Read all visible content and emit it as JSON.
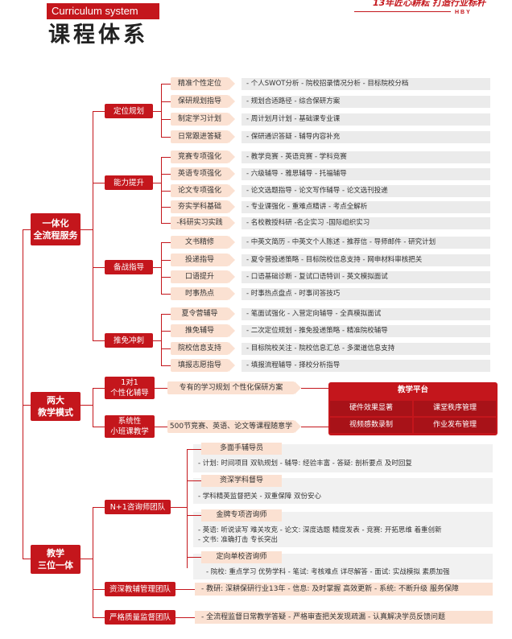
{
  "header": {
    "en_title": "Curriculum system",
    "cn_title": "课程体系",
    "slogan": "13年匠心耕耘  打造行业标杆",
    "brand": "HBY"
  },
  "root": [
    {
      "label": "一体化\n全流程服务"
    },
    {
      "label": "两大\n教学模式"
    },
    {
      "label": "教学\n三位一体"
    }
  ],
  "level1": {
    "dingwei": "定位规划",
    "nengli": "能力提升",
    "beizhan": "备战指导",
    "tuimian": "推免冲刺",
    "gexinghua": "1对1\n个性化辅导",
    "xiaoban": "系统性\n小班课教学",
    "n1": "N+1咨询师团队",
    "ziyuan": "资深教辅管理团队",
    "yange": "严格质量监督团队"
  },
  "dingwei_items": [
    {
      "label": "精准个性定位",
      "detail": "- 个人SWOT分析   - 院校招录情况分析   - 目标院校分档"
    },
    {
      "label": "保研规划指导",
      "detail": "- 规划合适路径   - 综合保研方案"
    },
    {
      "label": "制定学习计划",
      "detail": "- 周计划月计划   - 基础课专业课"
    },
    {
      "label": "日常跟进答疑",
      "detail": "- 保研通识答疑   - 辅导内容补充"
    }
  ],
  "nengli_items": [
    {
      "label": "竞赛专项强化",
      "detail": "- 教学竞赛   - 英语竞赛   - 学科竞赛"
    },
    {
      "label": "英语专项强化",
      "detail": "- 六级辅导   - 雅思辅导   - 托福辅导"
    },
    {
      "label": "论文专项强化",
      "detail": "- 论文选题指导   - 论文写作辅导   - 论文选刊投递"
    },
    {
      "label": "夯实学科基础",
      "detail": "- 专业课强化   - 重难点精讲   - 考点全解析"
    },
    {
      "label": "-科研实习实践",
      "detail": "- 名校教授科研   -名企实习   -国际组织实习"
    }
  ],
  "beizhan_items": [
    {
      "label": "文书精修",
      "detail": "- 中英文简历   - 中英文个人陈述   - 推荐信   - 导师邮件   - 研究计划"
    },
    {
      "label": "投递指导",
      "detail": "- 夏令营投递策略   - 目标院校信息支持   - 网申材料审核把关"
    },
    {
      "label": "口语提升",
      "detail": "- 口语基础诊断   - 复试口语特训   - 英文模拟面试"
    },
    {
      "label": "时事热点",
      "detail": "- 时事热点盘点   - 时事问答技巧"
    }
  ],
  "tuimian_items": [
    {
      "label": "夏令营辅导",
      "detail": "- 笔面试强化   - 入营定向辅导   - 全真模拟面试"
    },
    {
      "label": "推免辅导",
      "detail": "- 二次定位规划   - 推免投递策略   - 精准院校辅导"
    },
    {
      "label": "院校信息支持",
      "detail": "- 目标院校关注   - 院校信息汇总   - 多渠道信息支持"
    },
    {
      "label": "填报志愿指导",
      "detail": "- 填报流程辅导   - 择校分析指导"
    }
  ],
  "mode_items": {
    "gexinghua": "专有的学习规划   个性化保研方案",
    "xiaoban": "500节竞赛、英语、论文等课程随意学"
  },
  "platform": {
    "title": "教学平台",
    "cells": [
      "硬件效果显著",
      "课堂秩序管理",
      "视频感数录制",
      "作业发布管理"
    ]
  },
  "n1_sections": [
    {
      "title": "多面手辅导员",
      "lines": [
        "- 计划: 时间项目  双轨规划     - 辅导: 经验丰富     - 答疑: 剖析要点  及时回复"
      ]
    },
    {
      "title": "资深学科督导",
      "lines": [
        "- 学科精英监督把关     - 双重保障  双份安心"
      ]
    },
    {
      "title": "金牌专项咨询师",
      "lines": [
        "- 英语: 听说读写  难关攻克     - 论文: 深度选题  精度发表     - 竞赛: 开拓思维  着重创新",
        "- 文书: 准确打击  专长突出"
      ]
    },
    {
      "title": "定向单校咨询师",
      "lines": [
        "- 院校: 重点学习  优势学科     - 笔试: 考核难点  详尽解答     - 面试: 实战模拟  素质加强"
      ]
    }
  ],
  "ziyuan_detail": "- 教研: 深耕保研行业13年   - 信息: 及时掌握  高效更新   - 系统: 不断升级  服务保障",
  "yange_detail": "- 全流程监督日常教学答疑   - 严格审查把关发现疏漏   - 认真解决学员反馈问题",
  "colors": {
    "accent": "#c4161c",
    "pill": "#fbe1d2",
    "bar": "#ebebeb"
  }
}
